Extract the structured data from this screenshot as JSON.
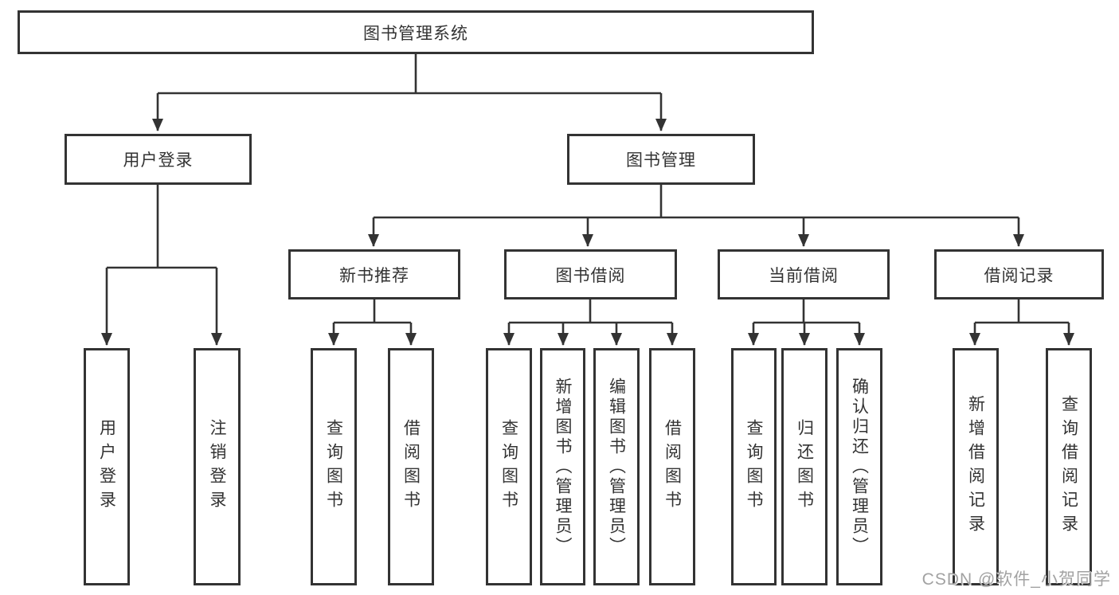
{
  "tree": {
    "label": "图书管理系统",
    "children": [
      {
        "label": "用户登录",
        "children": [
          {
            "label": "用户登录"
          },
          {
            "label": "注销登录"
          }
        ]
      },
      {
        "label": "图书管理",
        "children": [
          {
            "label": "新书推荐",
            "children": [
              {
                "label": "查询图书"
              },
              {
                "label": "借阅图书"
              }
            ]
          },
          {
            "label": "图书借阅",
            "children": [
              {
                "label": "查询图书"
              },
              {
                "label": "新增图书（管理员）"
              },
              {
                "label": "编辑图书（管理员）"
              },
              {
                "label": "借阅图书"
              }
            ]
          },
          {
            "label": "当前借阅",
            "children": [
              {
                "label": "查询图书"
              },
              {
                "label": "归还图书"
              },
              {
                "label": "确认归还（管理员）"
              }
            ]
          },
          {
            "label": "借阅记录",
            "children": [
              {
                "label": "新增借阅记录"
              },
              {
                "label": "查询借阅记录"
              }
            ]
          }
        ]
      }
    ]
  },
  "watermark": {
    "text": "CSDN @软件_小贺同学"
  },
  "colors": {
    "line": "#333333",
    "box_border": "#333333",
    "text": "#333333",
    "watermark_text": "#a2a2a2",
    "background": "#ffffff"
  }
}
